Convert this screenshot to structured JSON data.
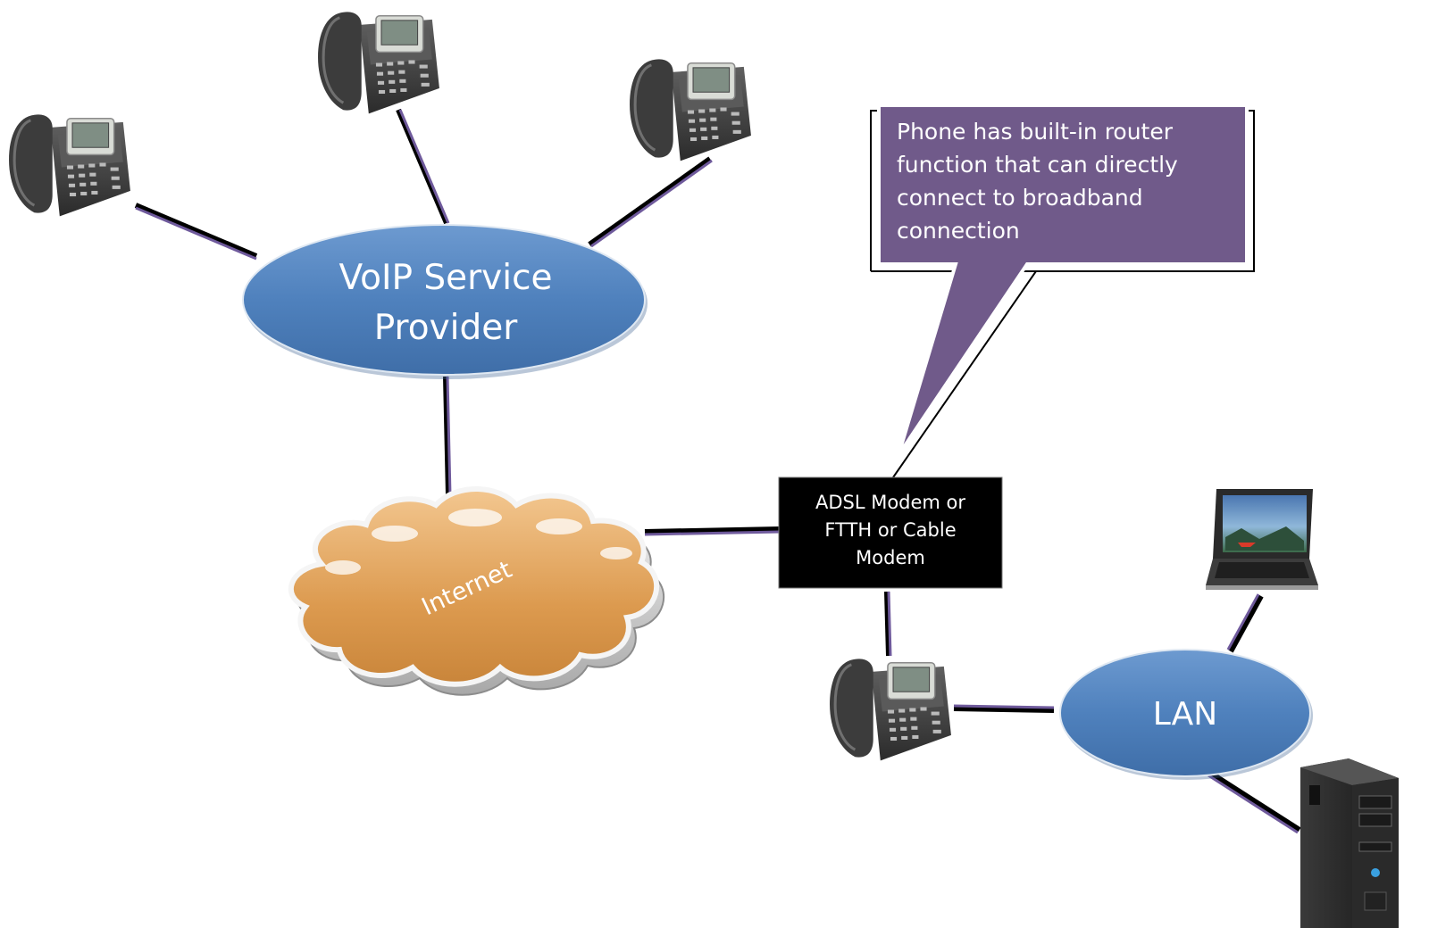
{
  "nodes": {
    "voip_provider": {
      "label_line1": "VoIP Service",
      "label_line2": "Provider"
    },
    "internet": {
      "label": "Internet"
    },
    "modem": {
      "label_line1": "ADSL Modem or",
      "label_line2": "FTTH or Cable",
      "label_line3": "Modem"
    },
    "lan": {
      "label": "LAN"
    }
  },
  "callout": {
    "lines": [
      "Phone has built-in router",
      "function that can directly",
      "connect to broadband",
      "connection"
    ]
  },
  "icons": {
    "phone": "ip-desk-phone-icon",
    "laptop": "laptop-icon",
    "desktop": "desktop-tower-icon"
  },
  "colors": {
    "ellipse_fill": "#4f81bd",
    "cloud_fill": "#e0a35c",
    "callout_fill": "#705a8a",
    "connector": "#6f5a9c",
    "modem_fill": "#000000"
  }
}
